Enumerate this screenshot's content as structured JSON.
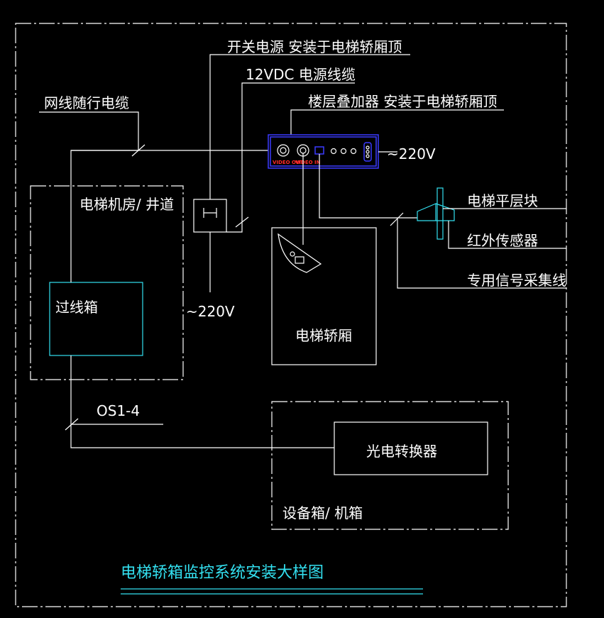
{
  "labels": {
    "switch_power": "开关电源  安装于电梯轿厢顶",
    "dc_cable": "12VDC 电源线缆",
    "network_cable": "网线随行电缆",
    "floor_overlay": "楼层叠加器  安装于电梯轿厢顶",
    "ac_right": "~220V",
    "machine_room": "电梯机房/ 井道",
    "junction_box": "过线箱",
    "ac_left": "~220V",
    "elevator_car": "电梯轿厢",
    "leveling_block": "电梯平层块",
    "ir_sensor": "红外传感器",
    "signal_line": "专用信号采集线",
    "fiber_cable": "OS1-4",
    "optical_converter": "光电转换器",
    "equipment_cabinet": "设备箱/ 机箱",
    "video_out": "VIDEO OUT",
    "video_in": "VIDEO IN"
  },
  "title": "电梯轿箱监控系统安装大样图",
  "colors": {
    "background": "#000000",
    "lines": "#ffffff",
    "cyan": "#33e0f0",
    "device_blue": "#3a3aff",
    "device_red": "#ff2a2a"
  }
}
